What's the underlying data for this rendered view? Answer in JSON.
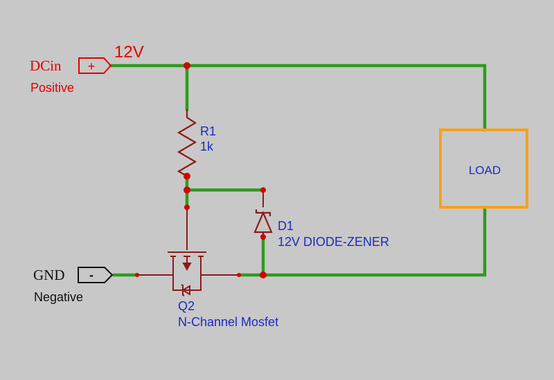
{
  "colors": {
    "background": "#c8c8c8",
    "wire": "#2e9b1e",
    "component": "#8b1a1a",
    "junction": "#d40000",
    "power_label": "#e00000",
    "ground_label": "#111111",
    "part_label": "#1a2bbf",
    "load_border": "#f5a21a"
  },
  "dc_in": {
    "name": "DCin",
    "symbol": "+",
    "description": "Positive",
    "voltage": "12V"
  },
  "gnd": {
    "name": "GND",
    "symbol": "-",
    "description": "Negative"
  },
  "r1": {
    "ref": "R1",
    "value": "1k"
  },
  "d1": {
    "ref": "D1",
    "value": "12V DIODE-ZENER"
  },
  "q2": {
    "ref": "Q2",
    "value": "N-Channel Mosfet"
  },
  "load": {
    "label": "LOAD"
  }
}
